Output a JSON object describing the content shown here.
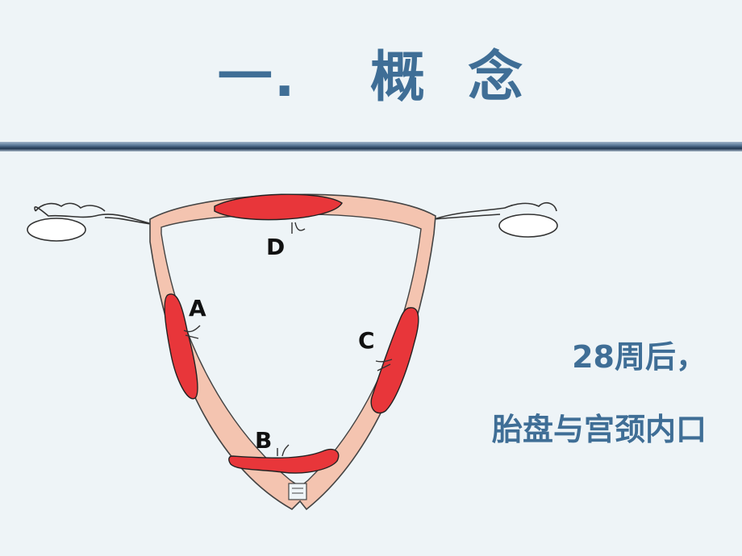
{
  "title": {
    "prefix": "一.",
    "word": "概  念"
  },
  "labels": {
    "a": "A",
    "b": "B",
    "c": "C",
    "d": "D"
  },
  "side_text": {
    "line1": "28周后，",
    "line2": "胎盘与宫颈内口"
  },
  "colors": {
    "title": "#3f6e96",
    "wall": "#f4c4b0",
    "placenta": "#e8363a",
    "background": "#eef4f7"
  }
}
